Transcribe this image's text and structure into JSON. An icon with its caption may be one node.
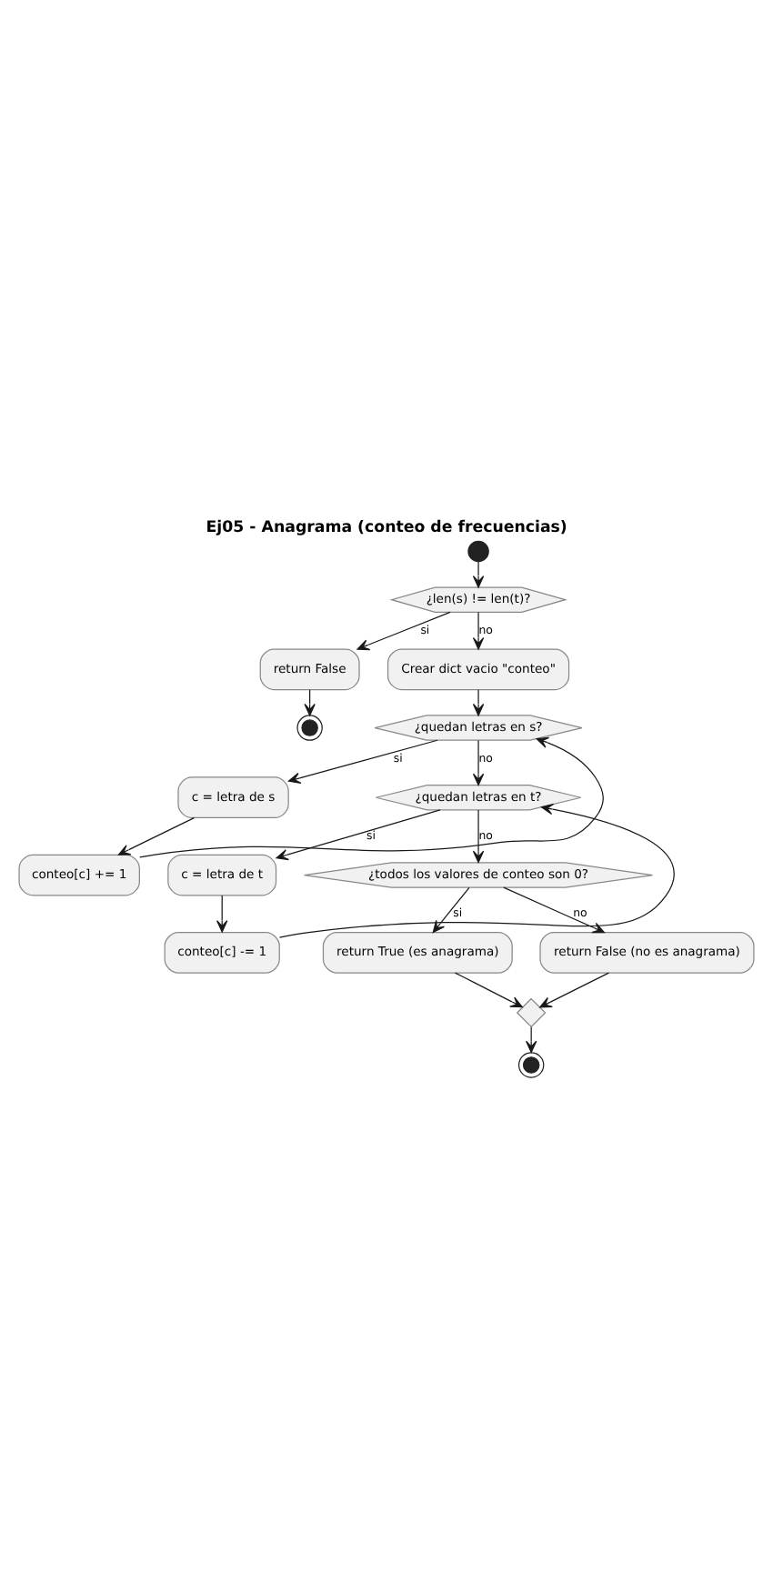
{
  "diagram": {
    "title": "Ej05 - Anagrama (conteo de frecuencias)",
    "nodes": [
      {
        "text": [],
        "shape": "circle"
      },
      {
        "text": [
          "¿len(s) != len(t)?"
        ]
      },
      {
        "text": [
          "return False"
        ]
      },
      {
        "text": [],
        "shape": "circle"
      },
      {
        "text": [
          "Crear dict vacio \"conteo\""
        ]
      },
      {
        "text": [
          "¿quedan letras en s?"
        ]
      },
      {
        "text": [
          "c = letra de s"
        ]
      },
      {
        "text": [
          "conteo[c] += 1"
        ]
      },
      {
        "text": [
          "¿quedan letras en t?"
        ]
      },
      {
        "text": [
          "c = letra de t"
        ]
      },
      {
        "text": [
          "conteo[c] -= 1"
        ]
      },
      {
        "text": [
          "¿todos los valores de conteo son 0?"
        ]
      },
      {
        "text": [
          "return True (es anagrama)"
        ]
      },
      {
        "text": [
          "return False (no es anagrama)"
        ]
      },
      {
        "text": [],
        "shape": "diamond"
      },
      {
        "text": [],
        "shape": "circle"
      }
    ],
    "edges": [
      {
        "from": 0,
        "to": 1,
        "arrow": "to"
      },
      {
        "from": 1,
        "to": 2,
        "arrow": "to",
        "label": "si"
      },
      {
        "from": 2,
        "to": 3,
        "arrow": "to"
      },
      {
        "from": 1,
        "to": 4,
        "arrow": "to",
        "label": "no"
      },
      {
        "from": 4,
        "to": 5,
        "arrow": "to"
      },
      {
        "from": 5,
        "to": 6,
        "arrow": "to",
        "label": "si"
      },
      {
        "from": 6,
        "to": 7,
        "arrow": "to"
      },
      {
        "from": 7,
        "to": 5,
        "arrow": "to"
      },
      {
        "from": 5,
        "to": 8,
        "arrow": "to",
        "label": "no"
      },
      {
        "from": 8,
        "to": 9,
        "arrow": "to",
        "label": "si"
      },
      {
        "from": 9,
        "to": 10,
        "arrow": "to"
      },
      {
        "from": 10,
        "to": 8,
        "arrow": "to"
      },
      {
        "from": 8,
        "to": 11,
        "arrow": "to",
        "label": "no"
      },
      {
        "from": 11,
        "to": 12,
        "arrow": "to",
        "label": "si"
      },
      {
        "from": 11,
        "to": 13,
        "arrow": "to",
        "label": "no"
      },
      {
        "from": 12,
        "to": 14,
        "arrow": "to"
      },
      {
        "from": 13,
        "to": 14,
        "arrow": "to"
      },
      {
        "from": 14,
        "to": 15,
        "arrow": "to"
      }
    ]
  }
}
